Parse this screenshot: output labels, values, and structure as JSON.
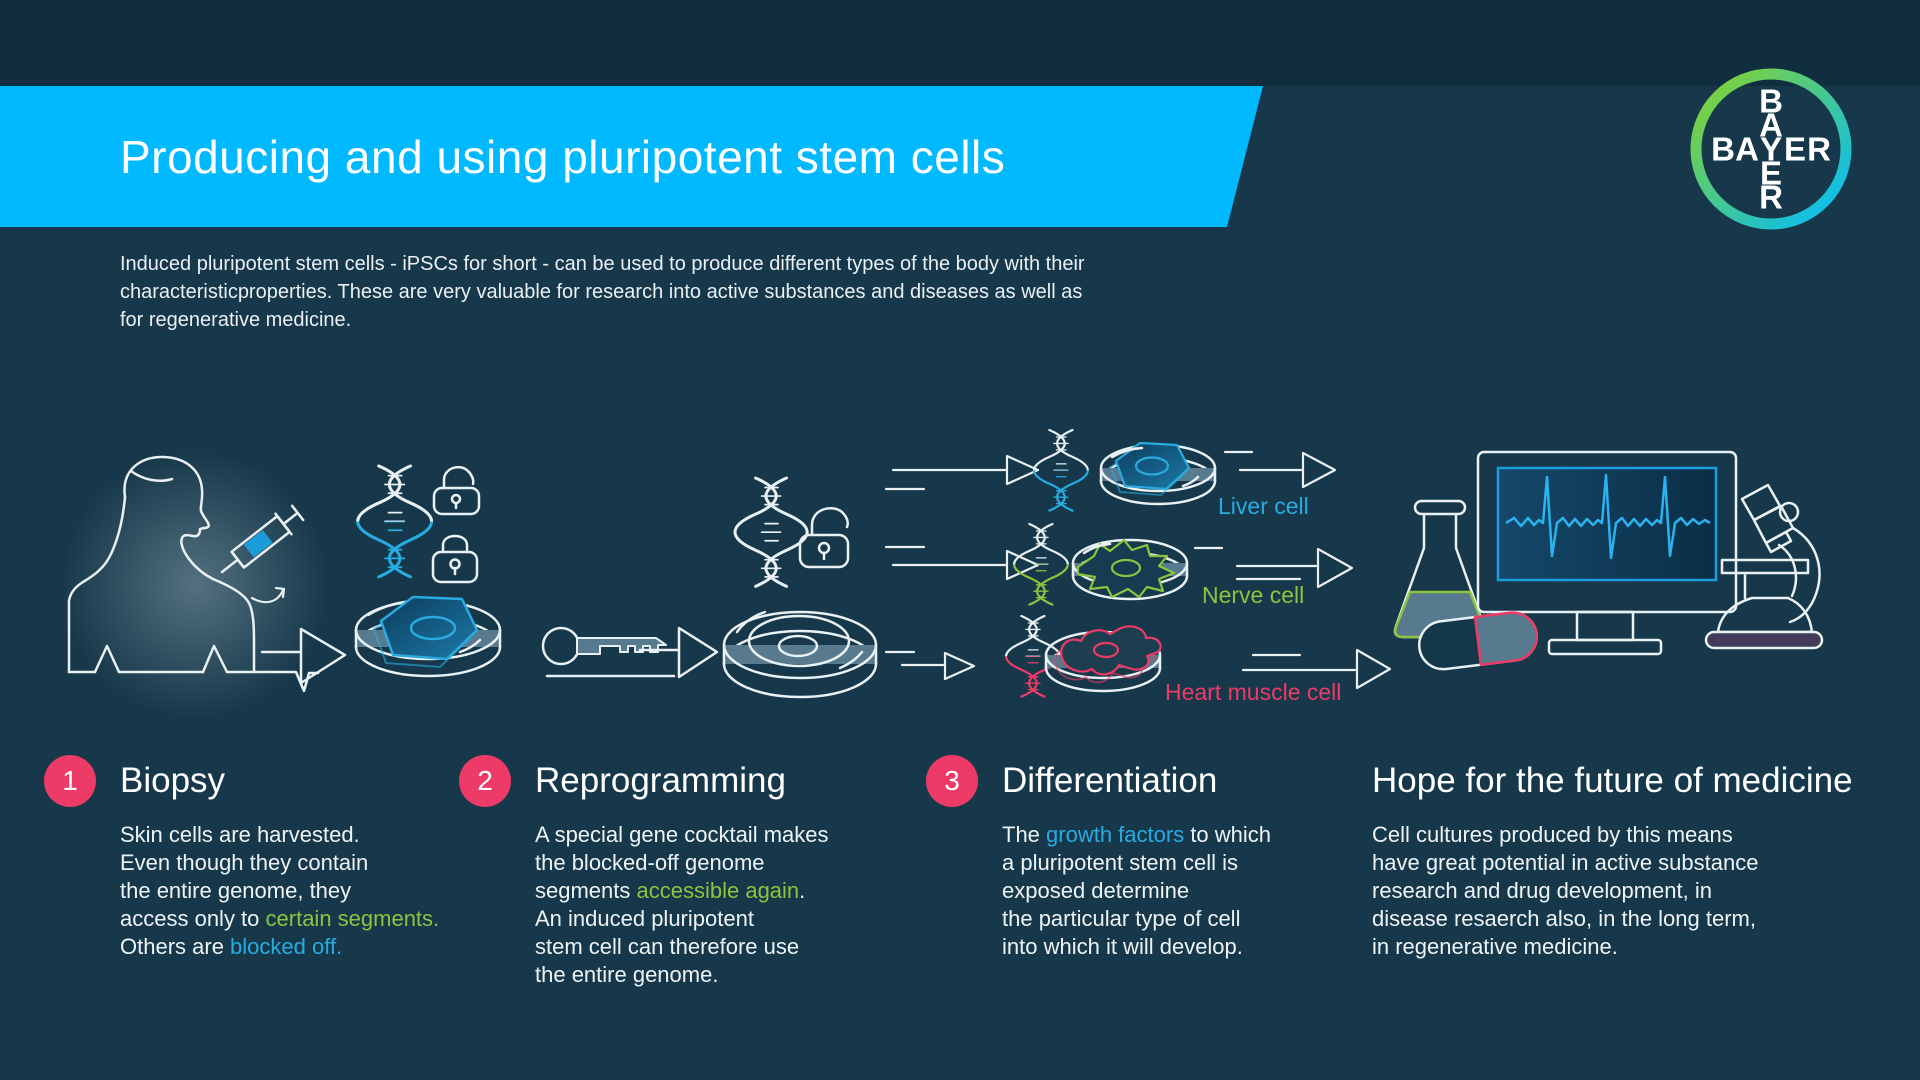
{
  "header": {
    "title": "Producing and using pluripotent stem cells"
  },
  "logo": {
    "brand": "BAYER"
  },
  "intro": {
    "line1": "Induced pluripotent stem cells - iPSCs for short - can be used to produce different types of the body with their",
    "line2": "characteristicproperties. These are very valuable for research into active substances and diseases as well as",
    "line3": "for regenerative medicine."
  },
  "diagram": {
    "labels": {
      "liver": "Liver cell",
      "nerve": "Nerve cell",
      "heart": "Heart muscle cell"
    }
  },
  "colors": {
    "banner_cyan": "#00b9ff",
    "accent_blue": "#29abe2",
    "accent_green": "#8bc53f",
    "accent_pink": "#ed3a66",
    "bayer_green": "#89d329",
    "bayer_blue": "#00bcff",
    "background": "#16384a"
  },
  "sections": [
    {
      "number": "1",
      "title": "Biopsy",
      "lines": [
        [
          {
            "t": "Skin cells are harvested."
          }
        ],
        [
          {
            "t": "Even though they contain"
          }
        ],
        [
          {
            "t": "the entire genome, they"
          }
        ],
        [
          {
            "t": "access only to "
          },
          {
            "t": "certain segments.",
            "c": "accent_green"
          }
        ],
        [
          {
            "t": "Others are "
          },
          {
            "t": "blocked off.",
            "c": "accent_blue"
          }
        ]
      ]
    },
    {
      "number": "2",
      "title": "Reprogramming",
      "lines": [
        [
          {
            "t": "A special gene cocktail makes"
          }
        ],
        [
          {
            "t": "the blocked-off genome"
          }
        ],
        [
          {
            "t": "segments "
          },
          {
            "t": "accessible again",
            "c": "accent_green"
          },
          {
            "t": "."
          }
        ],
        [
          {
            "t": "An induced pluripotent"
          }
        ],
        [
          {
            "t": "stem cell can therefore use"
          }
        ],
        [
          {
            "t": "the entire genome."
          }
        ]
      ]
    },
    {
      "number": "3",
      "title": "Differentiation",
      "lines": [
        [
          {
            "t": "The "
          },
          {
            "t": "growth factors",
            "c": "accent_blue"
          },
          {
            "t": " to which"
          }
        ],
        [
          {
            "t": "a pluripotent stem cell is"
          }
        ],
        [
          {
            "t": "exposed determine"
          }
        ],
        [
          {
            "t": "the particular type of cell"
          }
        ],
        [
          {
            "t": "into which it will develop."
          }
        ]
      ]
    },
    {
      "number": null,
      "title": "Hope for the future of medicine",
      "lines": [
        [
          {
            "t": "Cell cultures produced by this means"
          }
        ],
        [
          {
            "t": "have great potential in active substance"
          }
        ],
        [
          {
            "t": "research and drug development, in"
          }
        ],
        [
          {
            "t": "disease resaerch also, in the long term,"
          }
        ],
        [
          {
            "t": "in regenerative medicine."
          }
        ]
      ]
    }
  ]
}
